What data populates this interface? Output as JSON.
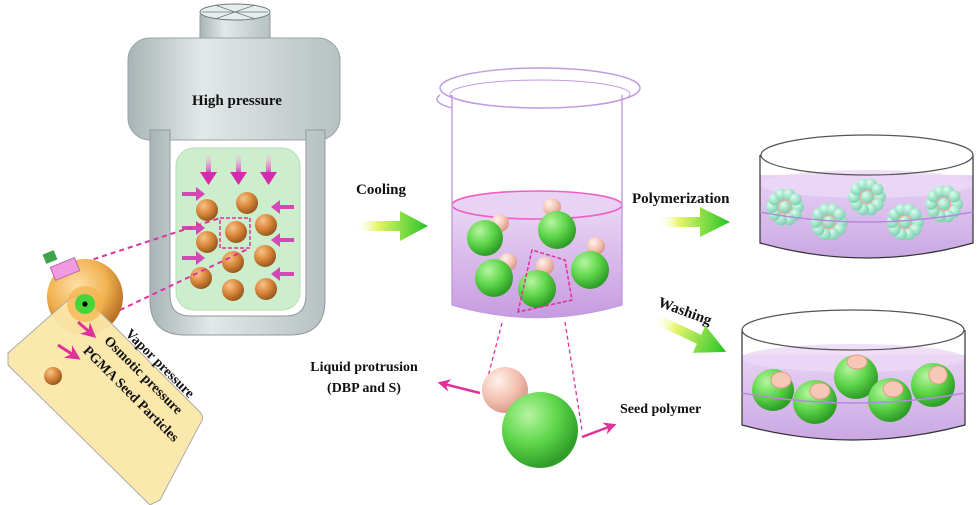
{
  "diagram": {
    "type": "process-schematic",
    "steps": [
      {
        "id": "high-pressure",
        "label": "High pressure"
      },
      {
        "id": "cooling",
        "label": "Cooling"
      },
      {
        "id": "polymerization",
        "label": "Polymerization"
      },
      {
        "id": "washing",
        "label": "Washing"
      }
    ],
    "callouts": {
      "liquid_protrusion_line1": "Liquid protrusion",
      "liquid_protrusion_line2": "(DBP and S)",
      "seed_polymer": "Seed polymer"
    },
    "legend": {
      "items": [
        {
          "icon": "arrow-icon",
          "label": "Vapor pressure"
        },
        {
          "icon": "arrow-icon",
          "label": "Osmotic pressure"
        },
        {
          "icon": "sphere-icon",
          "label": "PGMA Seed Particles"
        }
      ]
    },
    "colors": {
      "reactor_gray": "#c9d2d3",
      "reactor_liquid": "#cdeecd",
      "seed_orange": "#d98a3a",
      "arrow_magenta": "#e0309a",
      "step_arrow_green": "#2ecc2e",
      "beaker_liquid": "#d9b6ea",
      "green_sphere": "#5fd44a",
      "pink_protrusion": "#f3c4b4",
      "legend_card": "#fbe7a8"
    }
  }
}
